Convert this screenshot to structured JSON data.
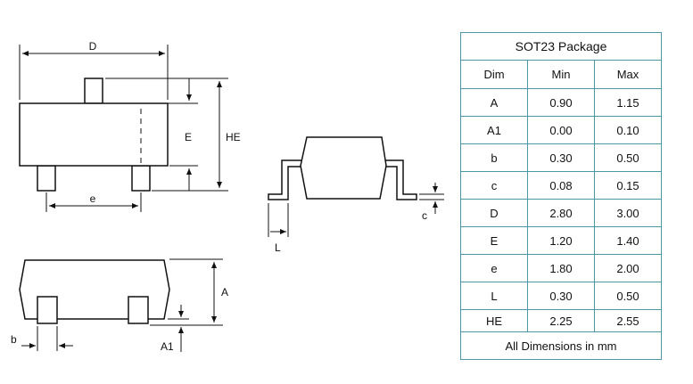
{
  "drawing": {
    "labels": {
      "D": "D",
      "E": "E",
      "HE": "HE",
      "e": "e",
      "L": "L",
      "c": "c",
      "A": "A",
      "b": "b",
      "A1": "A1"
    }
  },
  "table": {
    "title": "SOT23 Package",
    "headers": [
      "Dim",
      "Min",
      "Max"
    ],
    "rows": [
      {
        "dim": "A",
        "min": "0.90",
        "max": "1.15"
      },
      {
        "dim": "A1",
        "min": "0.00",
        "max": "0.10"
      },
      {
        "dim": "b",
        "min": "0.30",
        "max": "0.50"
      },
      {
        "dim": "c",
        "min": "0.08",
        "max": "0.15"
      },
      {
        "dim": "D",
        "min": "2.80",
        "max": "3.00"
      },
      {
        "dim": "E",
        "min": "1.20",
        "max": "1.40"
      },
      {
        "dim": "e",
        "min": "1.80",
        "max": "2.00"
      },
      {
        "dim": "L",
        "min": "0.30",
        "max": "0.50"
      },
      {
        "dim": "HE",
        "min": "2.25",
        "max": "2.55"
      }
    ],
    "footer": "All Dimensions in mm",
    "border_color": "#4a97a5"
  }
}
